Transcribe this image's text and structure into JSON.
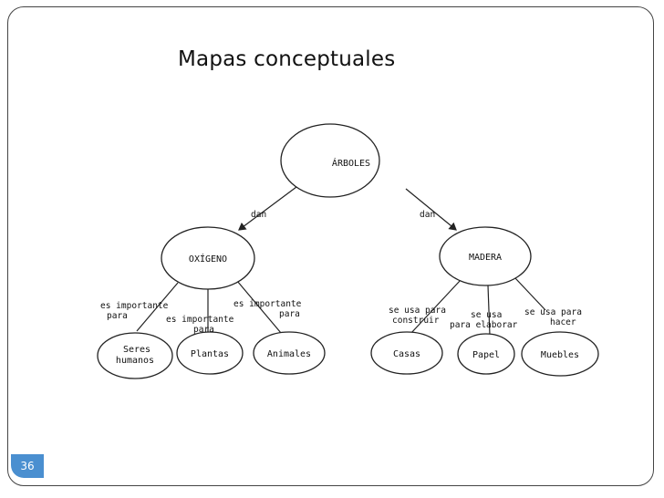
{
  "slide": {
    "title": "Mapas conceptuales",
    "page_number": "36"
  },
  "concept_map": {
    "nodes": {
      "arboles": "ÁRBOLES",
      "oxigeno": "OXÍGENO",
      "madera": "MADERA",
      "seres_humanos_1": "Seres",
      "seres_humanos_2": "humanos",
      "plantas": "Plantas",
      "animales": "Animales",
      "casas": "Casas",
      "papel": "Papel",
      "muebles": "Muebles"
    },
    "links": {
      "dan_left": "dan",
      "dan_right": "dan",
      "importante_para_1_a": "es importante",
      "importante_para_1_b": "para",
      "importante_para_2_a": "es importante",
      "importante_para_2_b": "para",
      "importante_para_3_a": "es importante",
      "importante_para_3_b": "para",
      "usa_construir_a": "se usa para",
      "usa_construir_b": "construir",
      "usa_elaborar_a": "se usa",
      "usa_elaborar_b": "para elaborar",
      "usa_hacer_a": "se usa para",
      "usa_hacer_b": "hacer"
    }
  }
}
